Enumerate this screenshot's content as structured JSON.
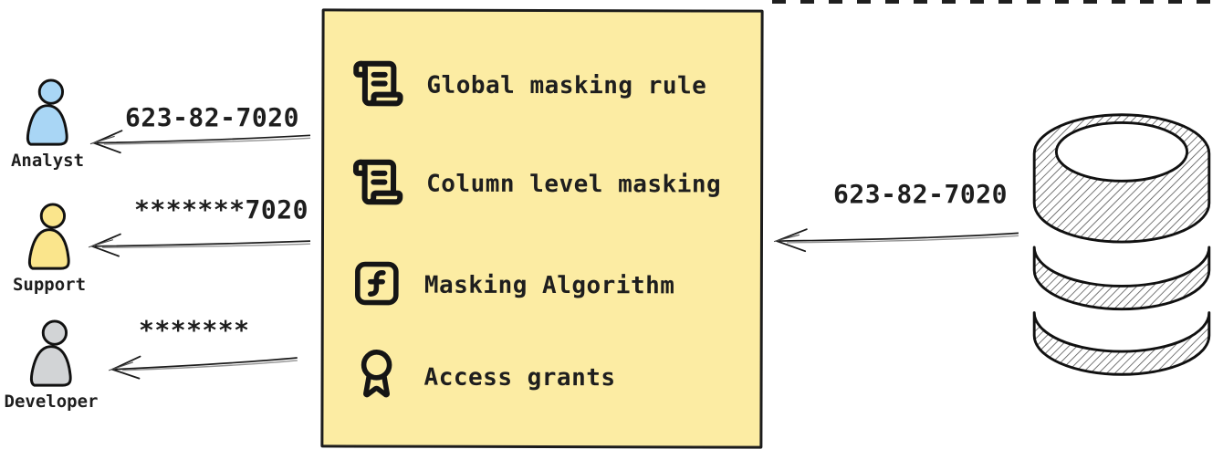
{
  "masking_box": {
    "fill_color": "#fceca3",
    "border_color": "#1c1c1c",
    "items": [
      {
        "icon": "scroll-text-icon",
        "label": "Global masking rule"
      },
      {
        "icon": "scroll-text-icon",
        "label": "Column level masking"
      },
      {
        "icon": "function-square-icon",
        "label": "Masking Algorithm"
      },
      {
        "icon": "award-icon",
        "label": "Access grants"
      }
    ]
  },
  "actors": [
    {
      "name": "Analyst",
      "icon": "person-icon",
      "color": "#a9d6f5",
      "masked_value": "623-82-7020"
    },
    {
      "name": "Support",
      "icon": "person-icon",
      "color": "#fae58c",
      "masked_value": "*******7020"
    },
    {
      "name": "Developer",
      "icon": "person-icon",
      "color": "#d2d4d6",
      "masked_value": "*******"
    }
  ],
  "database": {
    "icon": "database-icon",
    "outgoing_value": "623-82-7020"
  },
  "colors": {
    "text": "#1e1e1e",
    "arrow": "#1b1b1b",
    "background": "#ffffff"
  }
}
